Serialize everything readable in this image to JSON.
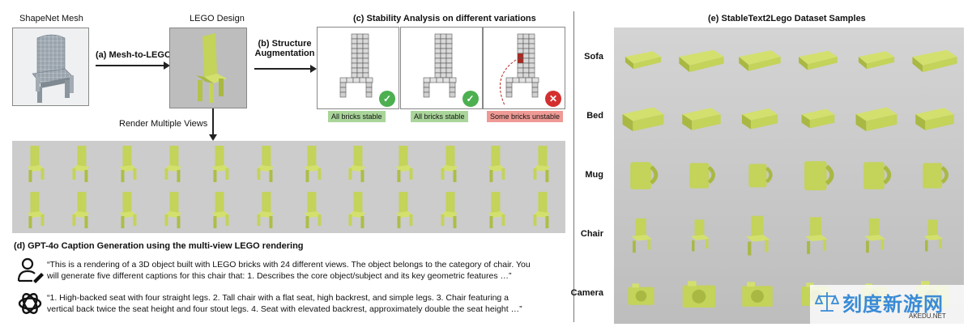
{
  "panel_a": {
    "mesh_title": "ShapeNet Mesh",
    "lego_title": "LEGO Design",
    "arrow_label": "(a) Mesh-to-LEGO",
    "render_label": "Render Multiple Views"
  },
  "panel_b": {
    "arrow_label_line1": "(b) Structure",
    "arrow_label_line2": "Augmentation"
  },
  "panel_c": {
    "title": "(c) Stability Analysis on different variations",
    "variations": [
      {
        "status": "All bricks stable",
        "state": "ok",
        "icon": "check-icon"
      },
      {
        "status": "All bricks stable",
        "state": "ok",
        "icon": "check-icon"
      },
      {
        "status": "Some bricks unstable",
        "state": "bad",
        "icon": "cross-icon"
      }
    ]
  },
  "panel_d": {
    "title": "(d) GPT-4o Caption Generation using the multi-view LEGO rendering",
    "user_prompt_line1": "“This is a rendering of a 3D object built with LEGO bricks with 24 different views. The object belongs to the category of chair. You",
    "user_prompt_line2": "will generate five different captions for this chair that: 1. Describes the core object/subject and its key geometric features …”",
    "response_line1": "“1. High-backed seat with four straight legs. 2. Tall chair with a flat seat, high backrest, and simple legs. 3. Chair featuring a",
    "response_line2": "vertical back twice the seat height and four stout legs. 4. Seat with elevated backrest, approximately double the seat height …”",
    "user_icon": "user-icon",
    "assistant_icon": "openai-logo-icon"
  },
  "panel_e": {
    "title": "(e) StableText2Lego Dataset Samples",
    "categories": [
      "Sofa",
      "Bed",
      "Mug",
      "Chair",
      "Camera"
    ]
  },
  "watermark": {
    "text": "刻度新游网",
    "domain": "AKEDU.NET"
  },
  "colors": {
    "lego": "#c4d35a",
    "stable": "#a9d59a",
    "unstable": "#ef9a95"
  }
}
